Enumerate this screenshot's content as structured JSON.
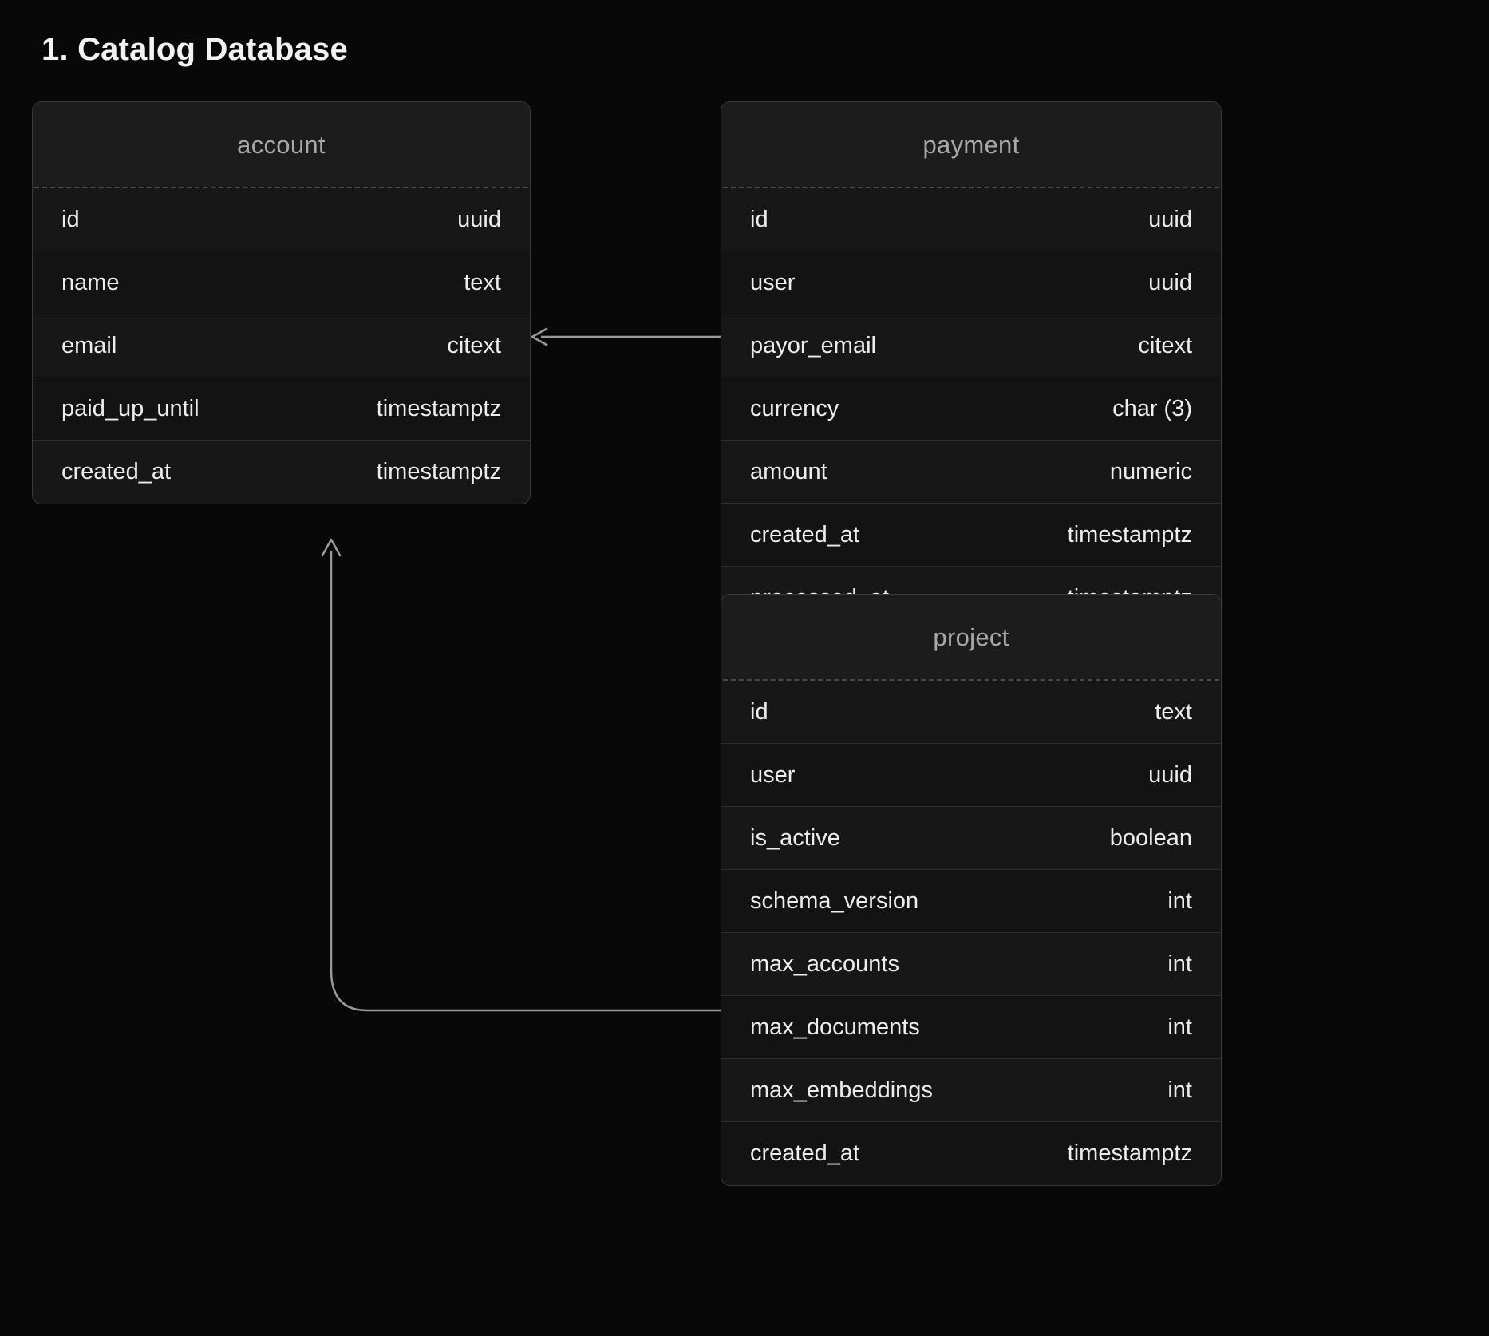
{
  "page": {
    "title": "1. Catalog Database",
    "background_color": "#080808",
    "card_background": "#161616",
    "card_border_color": "#3a3a3a",
    "title_text_color": "#a8a8a8",
    "field_text_color": "#ededed",
    "connector_color": "#9a9a9a"
  },
  "tables": [
    {
      "name": "account",
      "fields": [
        {
          "name": "id",
          "type": "uuid"
        },
        {
          "name": "name",
          "type": "text"
        },
        {
          "name": "email",
          "type": "citext"
        },
        {
          "name": "paid_up_until",
          "type": "timestamptz"
        },
        {
          "name": "created_at",
          "type": "timestamptz"
        }
      ]
    },
    {
      "name": "payment",
      "fields": [
        {
          "name": "id",
          "type": "uuid"
        },
        {
          "name": "user",
          "type": "uuid"
        },
        {
          "name": "payor_email",
          "type": "citext"
        },
        {
          "name": "currency",
          "type": "char (3)"
        },
        {
          "name": "amount",
          "type": "numeric"
        },
        {
          "name": "created_at",
          "type": "timestamptz"
        },
        {
          "name": "processed_at",
          "type": "timestamptz"
        }
      ]
    },
    {
      "name": "project",
      "fields": [
        {
          "name": "id",
          "type": "text"
        },
        {
          "name": "user",
          "type": "uuid"
        },
        {
          "name": "is_active",
          "type": "boolean"
        },
        {
          "name": "schema_version",
          "type": "int"
        },
        {
          "name": "max_accounts",
          "type": "int"
        },
        {
          "name": "max_documents",
          "type": "int"
        },
        {
          "name": "max_embeddings",
          "type": "int"
        },
        {
          "name": "created_at",
          "type": "timestamptz"
        }
      ]
    }
  ],
  "relationships": [
    {
      "from": "payment.user",
      "to": "account.id",
      "style": "straight-arrow-left"
    },
    {
      "from": "project.user",
      "to": "account.id",
      "style": "elbow-arrow-up"
    }
  ]
}
